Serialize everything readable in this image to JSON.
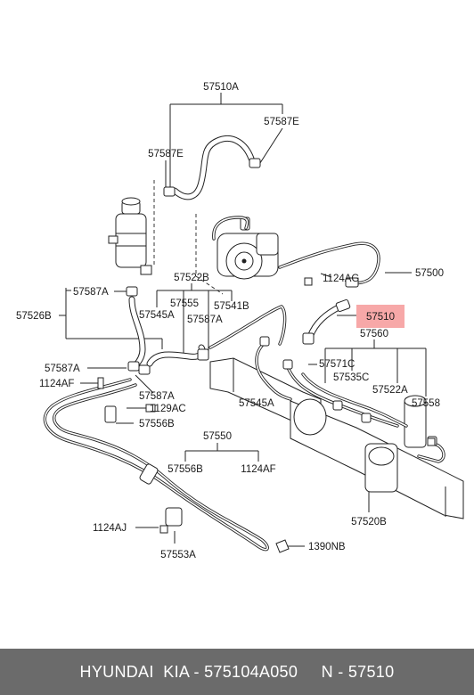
{
  "highlight_color": "#f7a8a8",
  "labels": {
    "l57510A": "57510A",
    "l57587E_a": "57587E",
    "l57587E_b": "57587E",
    "l57587A_a": "57587A",
    "l57526B": "57526B",
    "l57522B": "57522B",
    "l57555": "57555",
    "l57545A_a": "57545A",
    "l57587A_b": "57587A",
    "l57541B": "57541B",
    "l1124AG": "1124AG",
    "l57500": "57500",
    "l57510": "57510",
    "l57560": "57560",
    "l57587A_c": "57587A",
    "l1124AF_a": "1124AF",
    "l57571C": "57571C",
    "l57535C": "57535C",
    "l57522A": "57522A",
    "l57587A_d": "57587A",
    "l1129AC": "1129AC",
    "l57545A_b": "57545A",
    "l57558": "57558",
    "l57556B_a": "57556B",
    "l57550": "57550",
    "l57556B_b": "57556B",
    "l1124AF_b": "1124AF",
    "l1124AJ": "1124AJ",
    "l57553A": "57553A",
    "l1390NB": "1390NB",
    "l57520B": "57520B"
  },
  "footer": {
    "text": "HYUNDAI  KIA - 575104A050     N - 57510"
  }
}
